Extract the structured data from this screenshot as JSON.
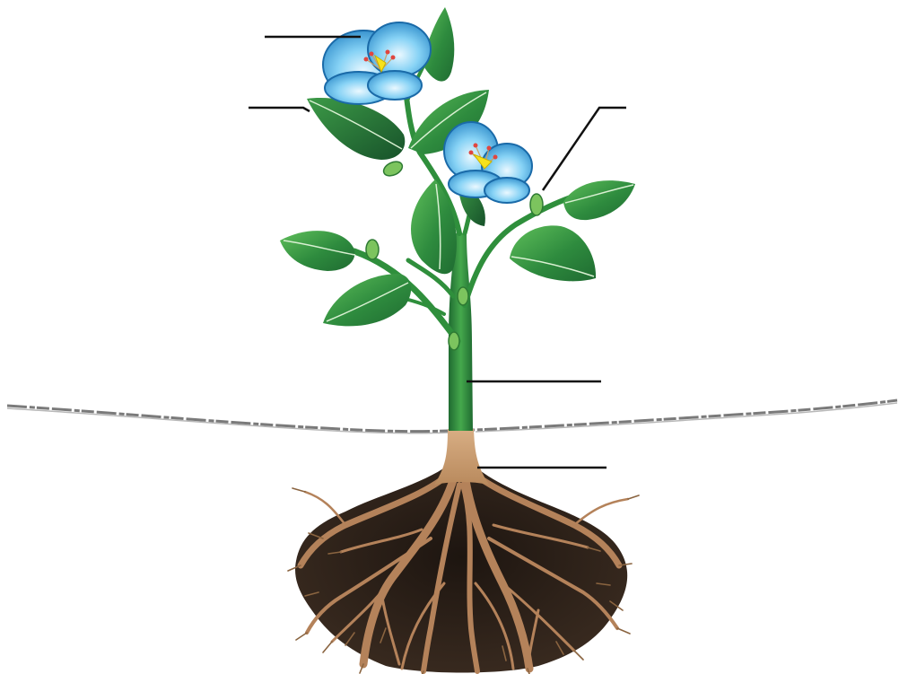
{
  "diagram": {
    "label_lines": [
      {
        "id": "flower"
      },
      {
        "id": "leaf"
      },
      {
        "id": "bud"
      },
      {
        "id": "stem"
      },
      {
        "id": "root"
      }
    ]
  },
  "colors": {
    "background": "#ffffff",
    "petal_light": "#bfe6f8",
    "petal_mid": "#5fc0ee",
    "petal_dark": "#1f7fc2",
    "pistil": "#f7e21b",
    "stamen_tip": "#e0463f",
    "leaf_dark": "#1f6b31",
    "leaf_mid": "#2e8b3e",
    "leaf_light": "#5fbf5a",
    "stem": "#2f8f3c",
    "root_light": "#c9966a",
    "root_dark": "#6b4a2e",
    "soil_dark": "#2c211a",
    "label_line": "#111111"
  }
}
